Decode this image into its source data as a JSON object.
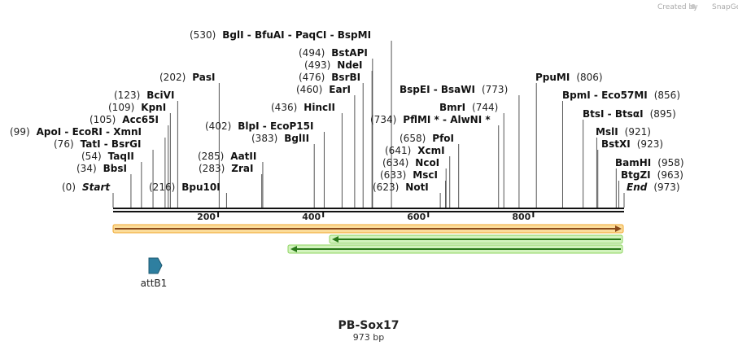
{
  "credit": {
    "text": "Created by",
    "brand": "SnapGene"
  },
  "plasmid": {
    "name": "PB-Sox17",
    "length_label": "973 bp"
  },
  "sequence_length": 973,
  "ruler_ticks": [
    {
      "pos": 200,
      "label": "200"
    },
    {
      "pos": 400,
      "label": "400"
    },
    {
      "pos": 600,
      "label": "600"
    },
    {
      "pos": 800,
      "label": "800"
    }
  ],
  "sites_left": [
    {
      "pos": 530,
      "num": "(530)",
      "names": [
        "BglI",
        "BfuAI",
        "PaqCI",
        "BspMI"
      ]
    },
    {
      "pos": 494,
      "num": "(494)",
      "names": [
        "BstAPI"
      ]
    },
    {
      "pos": 493,
      "num": "(493)",
      "names": [
        "NdeI"
      ]
    },
    {
      "pos": 476,
      "num": "(476)",
      "names": [
        "BsrBI"
      ]
    },
    {
      "pos": 460,
      "num": "(460)",
      "names": [
        "EarI"
      ]
    },
    {
      "pos": 436,
      "num": "(436)",
      "names": [
        "HincII"
      ]
    },
    {
      "pos": 202,
      "num": "(202)",
      "names": [
        "PasI"
      ]
    },
    {
      "pos": 123,
      "num": "(123)",
      "names": [
        "BciVI"
      ]
    },
    {
      "pos": 109,
      "num": "(109)",
      "names": [
        "KpnI"
      ]
    },
    {
      "pos": 105,
      "num": "(105)",
      "names": [
        "Acc65I"
      ]
    },
    {
      "pos": 99,
      "num": "(99)",
      "names": [
        "ApoI",
        "EcoRI",
        "XmnI"
      ]
    },
    {
      "pos": 76,
      "num": "(76)",
      "names": [
        "TatI",
        "BsrGI"
      ]
    },
    {
      "pos": 54,
      "num": "(54)",
      "names": [
        "TaqII"
      ]
    },
    {
      "pos": 34,
      "num": "(34)",
      "names": [
        "BbsI"
      ]
    },
    {
      "pos": 0,
      "num": "(0)",
      "names": [
        "Start"
      ],
      "italic": true
    },
    {
      "pos": 402,
      "num": "(402)",
      "names": [
        "BlpI",
        "EcoP15I"
      ]
    },
    {
      "pos": 383,
      "num": "(383)",
      "names": [
        "BglII"
      ]
    },
    {
      "pos": 285,
      "num": "(285)",
      "names": [
        "AatII"
      ]
    },
    {
      "pos": 283,
      "num": "(283)",
      "names": [
        "ZraI"
      ]
    },
    {
      "pos": 216,
      "num": "(216)",
      "names": [
        "Bpu10I"
      ]
    },
    {
      "pos": 734,
      "num": "(734)",
      "names": [
        "PflMI *",
        "AlwNI *"
      ]
    },
    {
      "pos": 658,
      "num": "(658)",
      "names": [
        "PfoI"
      ]
    },
    {
      "pos": 641,
      "num": "(641)",
      "names": [
        "XcmI"
      ]
    },
    {
      "pos": 634,
      "num": "(634)",
      "names": [
        "NcoI"
      ]
    },
    {
      "pos": 633,
      "num": "(633)",
      "names": [
        "MscI"
      ]
    },
    {
      "pos": 623,
      "num": "(623)",
      "names": [
        "NotI"
      ]
    }
  ],
  "sites_right": [
    {
      "pos": 773,
      "num": "(773)",
      "names": [
        "BspEI",
        "BsaWI"
      ]
    },
    {
      "pos": 744,
      "num": "(744)",
      "names": [
        "BmrI"
      ]
    },
    {
      "pos": 806,
      "num": "(806)",
      "names": [
        "PpuMI"
      ]
    },
    {
      "pos": 856,
      "num": "(856)",
      "names": [
        "BpmI",
        "Eco57MI"
      ]
    },
    {
      "pos": 895,
      "num": "(895)",
      "names": [
        "BtsI",
        "BtsαI"
      ]
    },
    {
      "pos": 921,
      "num": "(921)",
      "names": [
        "MslI"
      ]
    },
    {
      "pos": 923,
      "num": "(923)",
      "names": [
        "BstXI"
      ]
    },
    {
      "pos": 958,
      "num": "(958)",
      "names": [
        "BamHI"
      ]
    },
    {
      "pos": 963,
      "num": "(963)",
      "names": [
        "BtgZI"
      ]
    },
    {
      "pos": 973,
      "num": "(973)",
      "names": [
        "End"
      ],
      "italic": true
    }
  ],
  "features": [
    {
      "name": "attB1",
      "type": "site",
      "start": 68,
      "end": 93,
      "color": "#2e7fa0"
    }
  ],
  "orf_colors": {
    "forward": "#f0a830",
    "reverse": "#8dd35f",
    "arrow": "#8a4a1a",
    "arrow_rev": "#2a7a1a"
  }
}
